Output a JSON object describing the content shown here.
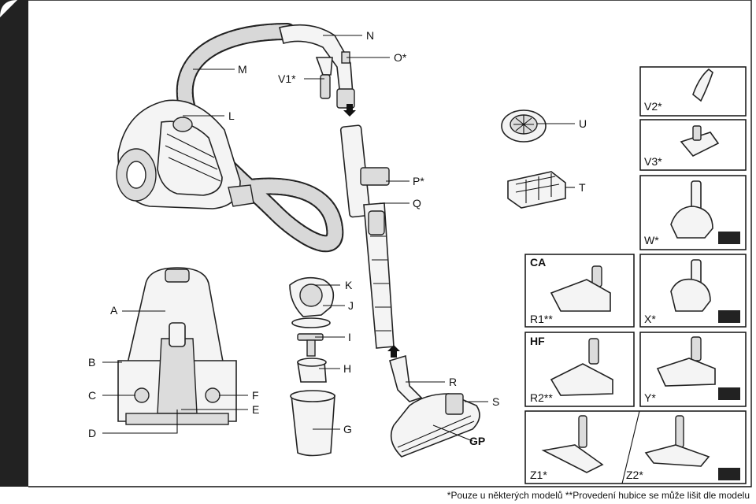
{
  "labels": {
    "A": "A",
    "B": "B",
    "C": "C",
    "D": "D",
    "E": "E",
    "F": "F",
    "G": "G",
    "H": "H",
    "I": "I",
    "J": "J",
    "K": "K",
    "L": "L",
    "M": "M",
    "N": "N",
    "O": "O*",
    "P": "P*",
    "Q": "Q",
    "R": "R",
    "S": "S",
    "GP": "GP",
    "T": "T",
    "U": "U",
    "V1": "V1*",
    "V2": "V2*",
    "V3": "V3*",
    "W": "W*",
    "X": "X*",
    "Y": "Y*",
    "R1": "R1**",
    "R2": "R2**",
    "Z1": "Z1*",
    "Z2": "Z2*",
    "CA": "CA",
    "HF": "HF"
  },
  "footer": "*Pouze u některých modelů **Provedení hubice se může lišit dle modelu",
  "colors": {
    "line": "#111111",
    "tab": "#222222",
    "fill": "#f4f4f4"
  }
}
